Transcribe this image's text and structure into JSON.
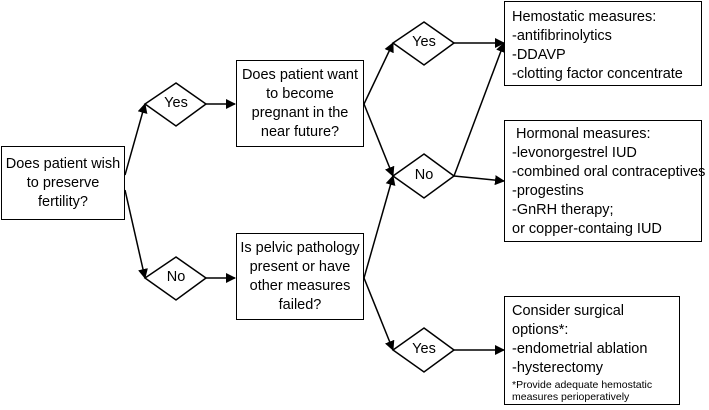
{
  "nodes": {
    "start": {
      "lines": [
        "Does patient wish",
        "to preserve",
        "fertility?"
      ]
    },
    "pregnant": {
      "lines": [
        "Does patient want",
        "to become",
        "pregnant in the",
        "near future?"
      ]
    },
    "pelvic": {
      "lines": [
        "Is pelvic pathology",
        "present or have",
        "other measures",
        "failed?"
      ]
    },
    "hemostatic": {
      "lines": [
        "Hemostatic measures:",
        "-antifibrinolytics",
        "-DDAVP",
        "-clotting factor concentrate"
      ]
    },
    "hormonal": {
      "lines": [
        "Hormonal measures:",
        "-levonorgestrel IUD",
        "-combined oral contraceptives",
        "-progestins",
        "-GnRH therapy;",
        "or copper-containg IUD"
      ]
    },
    "surgical": {
      "lines": [
        "Consider surgical",
        "options*:",
        "-endometrial ablation",
        "-hysterectomy"
      ],
      "note_lines": [
        "*Provide adequate hemostatic",
        "measures perioperatively"
      ]
    }
  },
  "decisions": {
    "d_yes1": "Yes",
    "d_no1": "No",
    "d_yes2": "Yes",
    "d_no2": "No",
    "d_yes3": "Yes"
  }
}
